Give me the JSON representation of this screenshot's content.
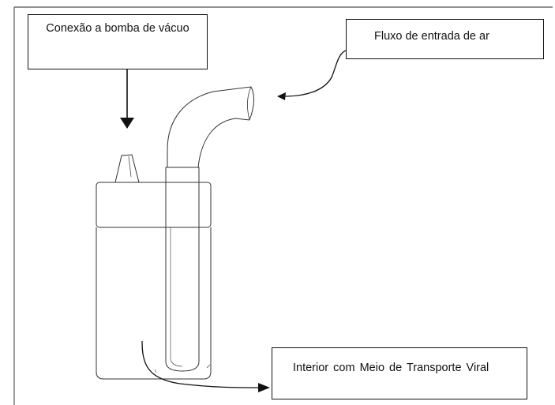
{
  "labels": {
    "vacuum_pump_connection": "Conexão a bomba de vácuo",
    "air_inflow": "Fluxo de entrada de ar",
    "viral_transport_medium": "Interior com Meio de Transporte Viral"
  },
  "colors": {
    "line": "#111111",
    "frame": "#6e6e6e",
    "background": "#ffffff"
  }
}
